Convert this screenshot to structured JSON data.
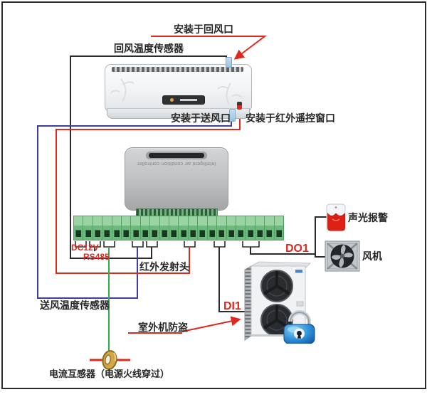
{
  "labels": {
    "install_return_air_outlet": "安装于回风口",
    "return_air_temp_sensor": "回风温度传感器",
    "install_supply_air_outlet": "安装于送风口",
    "install_ir_remote_window": "安装于红外遥控窗口",
    "dc12v": "DC12V",
    "rs485": "RS485",
    "ir_emitter_head": "红外发射头",
    "supply_air_temp_sensor": "送风温度传感器",
    "do1": "DO1",
    "di1": "DI1",
    "sound_light_alarm": "声光报警",
    "fan": "风机",
    "outdoor_unit_anti_theft": "室外机防盗",
    "current_transformer": "电流互感器（电源火线穿过）"
  },
  "controller": {
    "text": "Intelligent air condition controller"
  },
  "terminal_strip": {
    "count": 22
  },
  "icons": {
    "siren": "sound-light-alarm-icon",
    "fan": "axial-fan-icon",
    "padlock": "anti-theft-lock-icon",
    "current_transformer": "current-transformer-ring-icon",
    "indoor_ac": "indoor-ac-unit-image",
    "outdoor_ac": "outdoor-ac-unit-image"
  },
  "colors": {
    "wire_black": "#2b2b2b",
    "wire_red": "#e0281e",
    "wire_blue": "#3c3f9e",
    "wire_green": "#2daf4e",
    "label_red": "#e0281e",
    "terminal_green": "#7cc489",
    "frame_border": "#2c2c2c"
  }
}
